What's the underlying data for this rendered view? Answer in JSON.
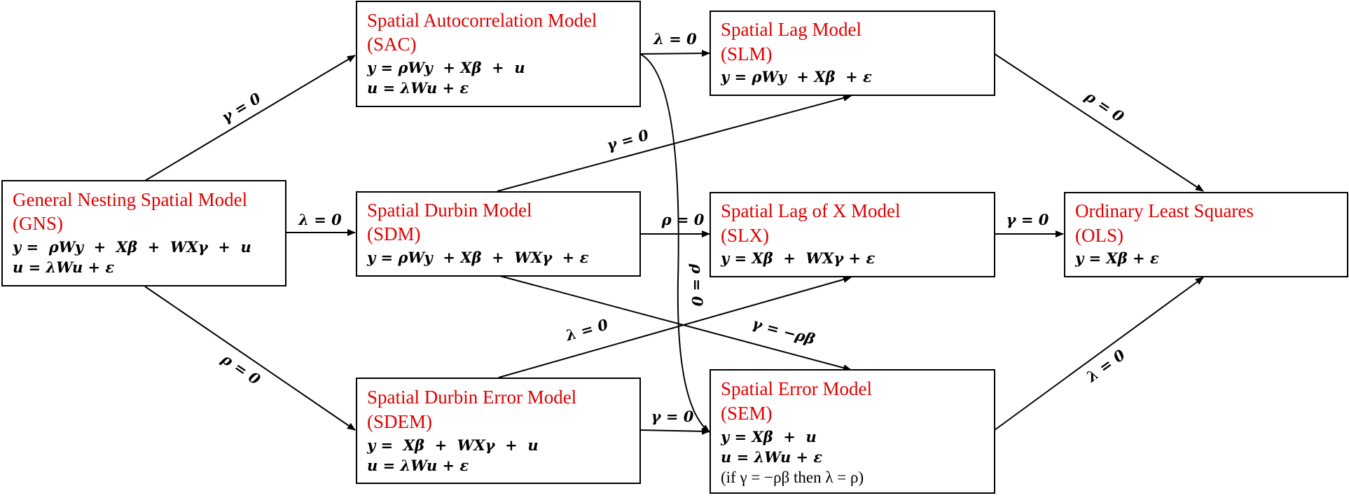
{
  "colors": {
    "title": "#e00000",
    "text": "#000000",
    "border": "#000000",
    "background": "#ffffff"
  },
  "nodes": {
    "gns": {
      "title": "General Nesting Spatial Model",
      "abbr": "(GNS)",
      "eq1": "y =  ρWy  +  Xβ  +  WXγ  +  u",
      "eq2": "u = λWu + ε"
    },
    "sac": {
      "title": "Spatial Autocorrelation Model",
      "abbr": "(SAC)",
      "eq1": "y = ρWy  + Xβ  +  u",
      "eq2": "u = λWu + ε"
    },
    "sdm": {
      "title": "Spatial Durbin Model",
      "abbr": "(SDM)",
      "eq1": "y = ρWy  + Xβ  +  WXγ  + ε"
    },
    "sdem": {
      "title": "Spatial Durbin Error Model",
      "abbr": "(SDEM)",
      "eq1": "y =  Xβ  +  WXγ  +  u",
      "eq2": "u = λWu + ε"
    },
    "slm": {
      "title": "Spatial Lag Model",
      "abbr": "(SLM)",
      "eq1": "y = ρWy  + Xβ  + ε"
    },
    "slx": {
      "title": "Spatial Lag of X Model",
      "abbr": "(SLX)",
      "eq1": "y = Xβ  +  WXγ + ε"
    },
    "sem": {
      "title": "Spatial Error Model",
      "abbr": "(SEM)",
      "eq1": "y = Xβ  +  u",
      "eq2": "u = λWu + ε",
      "note": "(if γ = −ρβ then λ = ρ)"
    },
    "ols": {
      "title": "Ordinary Least Squares",
      "abbr": "(OLS)",
      "eq1": "y = Xβ + ε"
    }
  },
  "edges": {
    "gns_sac": "γ = 0",
    "gns_sdm": "λ = 0",
    "gns_sdem": "ρ = 0",
    "sac_slm": "λ = 0",
    "sac_sem": "ρ = 0",
    "sdm_slm": "γ = 0",
    "sdm_slx": "ρ = 0",
    "sdm_sem": "γ = −ρβ",
    "sdem_slx": "λ = 0",
    "sdem_sem": "γ = 0",
    "slm_ols": "ρ = 0",
    "slx_ols": "γ = 0",
    "sem_ols": "λ = 0"
  }
}
